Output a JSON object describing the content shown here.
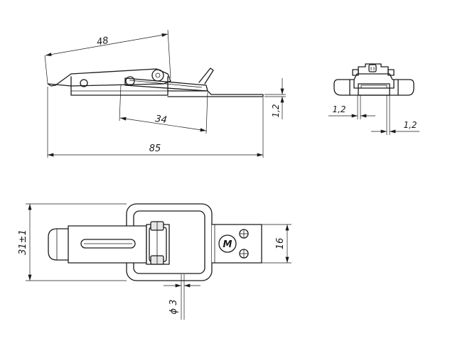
{
  "dimensions": {
    "side_length_48": "48",
    "side_inner_34": "34",
    "side_total_85": "85",
    "side_thickness": "1,2",
    "front_gap_left": "1,2",
    "front_gap_right": "1,2",
    "top_height_31": "31±1",
    "top_tab_16": "16",
    "top_hole_dia": "ϕ 3"
  },
  "logo": {
    "letter": "M"
  }
}
